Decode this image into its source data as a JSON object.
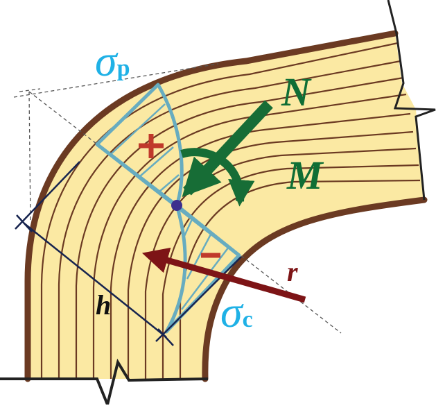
{
  "labels": {
    "sigma_p": {
      "symbol": "σ",
      "subscript": "p"
    },
    "sigma_c": {
      "symbol": "σ",
      "subscript": "c"
    },
    "force_n": "N",
    "moment_m": "M",
    "radius": "r",
    "height": "h"
  },
  "colors": {
    "wood": "#fbe9a3",
    "grain": "#6b3a22",
    "stress": "#67acc0",
    "force": "#176d36",
    "radius": "#7d1416",
    "sign": "#c0392b",
    "label_blue": "#1fb1e6",
    "dimension": "#17244f"
  }
}
